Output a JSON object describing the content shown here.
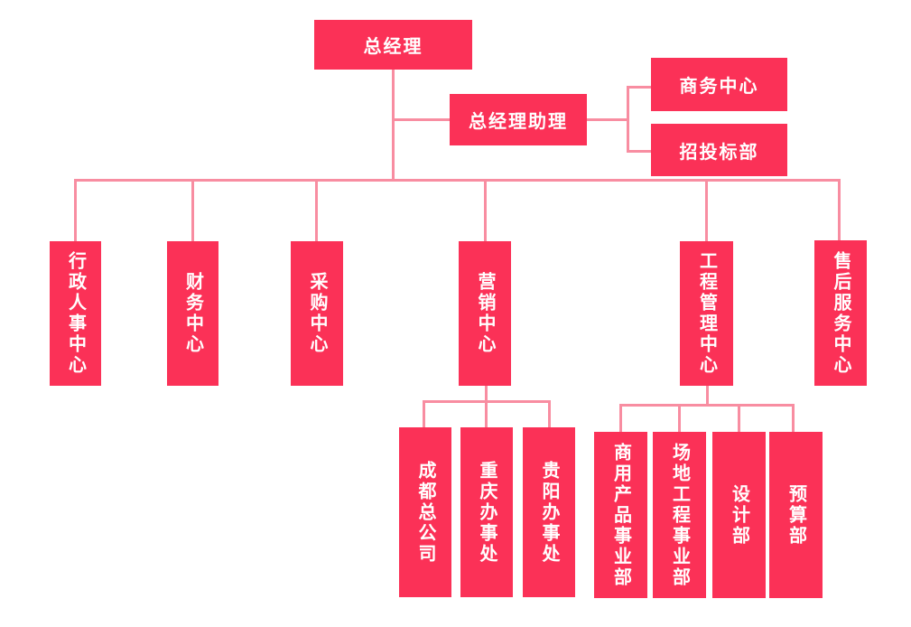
{
  "diagram_type": "org-chart",
  "colors": {
    "node_fill": "#FB3157",
    "connector": "#F88DA1",
    "node_text": "#FFFFFF",
    "background": "#FFFFFF"
  },
  "nodes": [
    {
      "id": "general-manager",
      "label": "总经理",
      "parent": null
    },
    {
      "id": "gm-assistant",
      "label": "总经理助理",
      "parent": "general-manager"
    },
    {
      "id": "business-center",
      "label": "商务中心",
      "parent": "gm-assistant"
    },
    {
      "id": "bidding-dept",
      "label": "招投标部",
      "parent": "gm-assistant"
    },
    {
      "id": "admin-hr-center",
      "label": "行政人事中心",
      "parent": "general-manager"
    },
    {
      "id": "finance-center",
      "label": "财务中心",
      "parent": "general-manager"
    },
    {
      "id": "procurement-center",
      "label": "采购中心",
      "parent": "general-manager"
    },
    {
      "id": "marketing-center",
      "label": "营销中心",
      "parent": "general-manager"
    },
    {
      "id": "engineering-mgmt-center",
      "label": "工程管理中心",
      "parent": "general-manager"
    },
    {
      "id": "after-sales-center",
      "label": "售后服务中心",
      "parent": "general-manager"
    },
    {
      "id": "chengdu-hq",
      "label": "成都总公司",
      "parent": "marketing-center"
    },
    {
      "id": "chongqing-office",
      "label": "重庆办事处",
      "parent": "marketing-center"
    },
    {
      "id": "guiyang-office",
      "label": "贵阳办事处",
      "parent": "marketing-center"
    },
    {
      "id": "commercial-products-dept",
      "label": "商用产品事业部",
      "parent": "engineering-mgmt-center"
    },
    {
      "id": "site-engineering-dept",
      "label": "场地工程事业部",
      "parent": "engineering-mgmt-center"
    },
    {
      "id": "design-dept",
      "label": "设计部",
      "parent": "engineering-mgmt-center"
    },
    {
      "id": "budget-dept",
      "label": "预算部",
      "parent": "engineering-mgmt-center"
    }
  ]
}
